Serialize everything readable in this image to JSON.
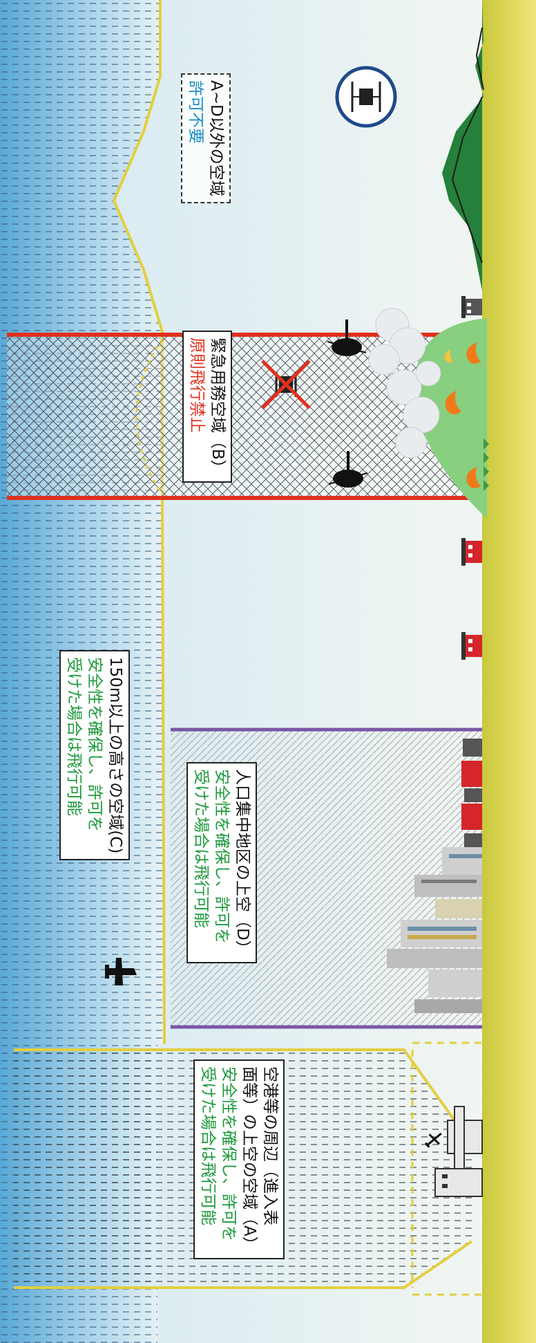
{
  "areas": {
    "c": {
      "title": "150m以上の高さの空域(C)",
      "note_line1": "安全性を確保し、許可を",
      "note_line2": "受けた場合は飛行可能"
    },
    "d": {
      "title": "人口集中地区の上空（D）",
      "note_line1": "安全性を確保し、許可を",
      "note_line2": "受けた場合は飛行可能"
    },
    "a": {
      "title_line1": "空港等の周辺（進入表",
      "title_line2": "面等）の上空の空域（A）",
      "note_line1": "安全性を確保し、許可を",
      "note_line2": "受けた場合は飛行可能"
    },
    "b": {
      "title": "緊急用務空域（B）",
      "note": "原則飛行禁止"
    },
    "outside": {
      "title": "A~D以外の空域",
      "note": "許可不要"
    }
  },
  "colors": {
    "sky_blue": "#58a9d6",
    "high_altitude_border": "#e3cf3e",
    "emergency_red": "#e0301e",
    "did_purple": "#7a56a6",
    "ground_yellow": "#e0dc58",
    "mountain_green": "#24803a",
    "ok_green": "#1d9a3c",
    "free_blue": "#1a8fc4"
  },
  "icons": [
    "drone-icon",
    "prohibited-drone-icon",
    "helicopter-icon",
    "airplane-icon",
    "fire-icon",
    "smoke-icon",
    "house-icon",
    "building-icon",
    "control-tower-icon"
  ]
}
